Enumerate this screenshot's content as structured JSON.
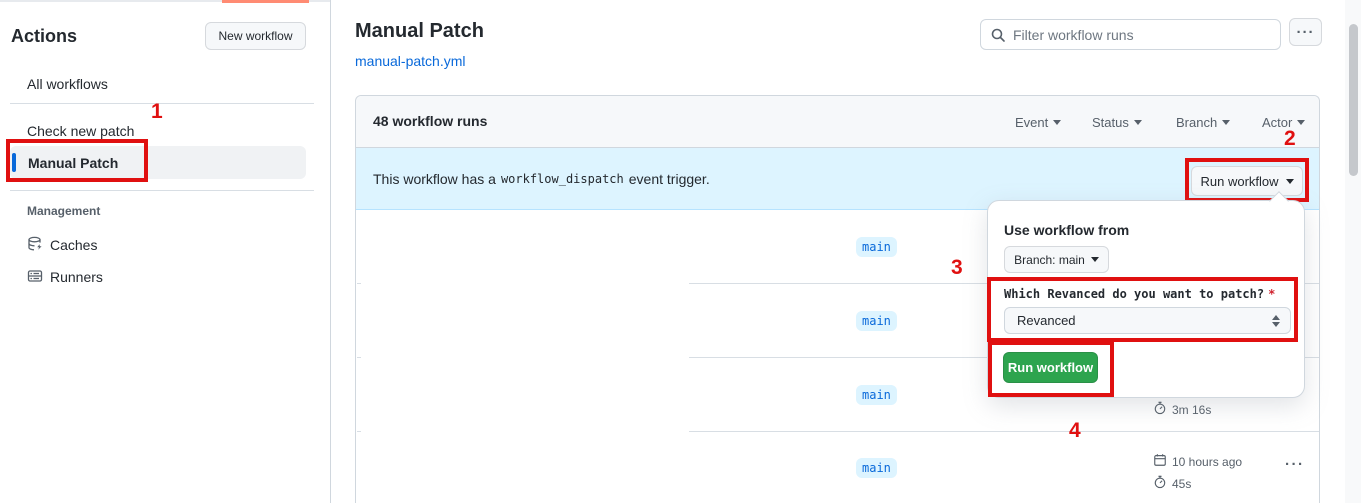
{
  "sidebar": {
    "title": "Actions",
    "new_workflow_button": "New workflow",
    "items": [
      {
        "label": "All workflows"
      },
      {
        "label": "Check new patch"
      },
      {
        "label": "Manual Patch",
        "selected": true
      }
    ],
    "management": {
      "heading": "Management",
      "items": [
        {
          "label": "Caches",
          "icon": "cache-icon"
        },
        {
          "label": "Runners",
          "icon": "runners-icon"
        }
      ]
    }
  },
  "header": {
    "title": "Manual Patch",
    "file_link": "manual-patch.yml",
    "filter_placeholder": "Filter workflow runs"
  },
  "runs": {
    "count_label": "48 workflow runs",
    "filters": [
      {
        "label": "Event"
      },
      {
        "label": "Status"
      },
      {
        "label": "Branch"
      },
      {
        "label": "Actor"
      }
    ],
    "banner": {
      "text_before": "This workflow has a",
      "code": "workflow_dispatch",
      "text_after": "event trigger.",
      "run_button": "Run workflow"
    },
    "rows": [
      {
        "branch": "main"
      },
      {
        "branch": "main"
      },
      {
        "branch": "main",
        "duration": "3m 16s"
      },
      {
        "branch": "main",
        "date": "10 hours ago",
        "duration": "45s"
      }
    ]
  },
  "dialog": {
    "heading": "Use workflow from",
    "branch_button": "Branch: main",
    "input_label": "Which Revanced do you want to patch?",
    "required_mark": "*",
    "select_value": "Revanced",
    "run_button": "Run workflow"
  },
  "annotations": {
    "step1": "1",
    "step2": "2",
    "step3": "3",
    "step4": "4"
  },
  "icons": {
    "kebab": "···"
  },
  "colors": {
    "annotation_red": "#e01010",
    "banner_bg": "#ddf4ff",
    "badge_blue": "#0969da",
    "green_button": "#2da44e",
    "link_blue": "#0969da",
    "selected_bar": "#0969da"
  }
}
